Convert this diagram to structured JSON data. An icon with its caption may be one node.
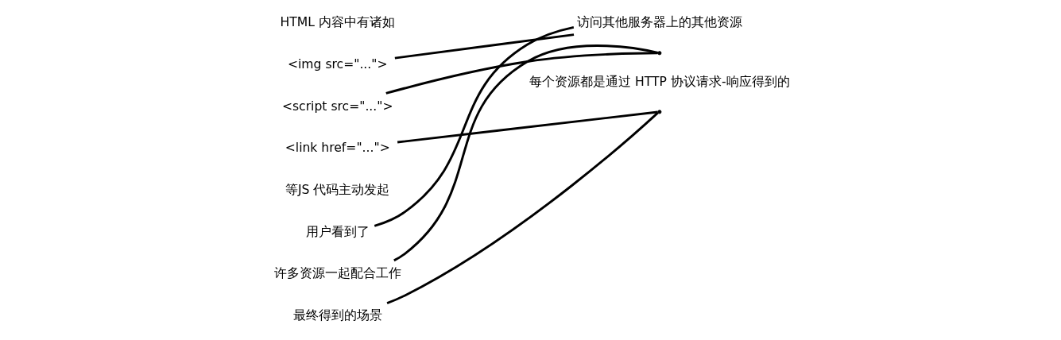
{
  "diagram": {
    "nodes": [
      {
        "text": [
          "HTML 内容中有诸如"
        ]
      },
      {
        "text": [
          "<img src=\"...\">"
        ]
      },
      {
        "text": [
          "<script src=\"...\">"
        ]
      },
      {
        "text": [
          "<link href=\"...\">"
        ]
      },
      {
        "text": [
          "等JS 代码主动发起"
        ]
      },
      {
        "text": [
          "用户看到了"
        ]
      },
      {
        "text": [
          "许多资源一起配合工作"
        ]
      },
      {
        "text": [
          "最终得到的场景"
        ]
      },
      {
        "text": [
          "访问其他服务器上的其他资源"
        ]
      },
      {
        "text": [],
        "shape": "point"
      },
      {
        "text": [],
        "shape": "point"
      }
    ],
    "edges": [
      {
        "from": 1,
        "to": 8,
        "arrow": "none"
      },
      {
        "from": 2,
        "to": 9,
        "arrow": "none"
      },
      {
        "from": 3,
        "to": 10,
        "arrow": "none"
      },
      {
        "from": 5,
        "to": 8,
        "arrow": "none"
      },
      {
        "from": 6,
        "to": 9,
        "arrow": "none"
      },
      {
        "from": 7,
        "to": 10,
        "arrow": "none"
      }
    ],
    "labels": [
      "每个资源都是通过 HTTP 协议请求-响应得到的"
    ]
  }
}
